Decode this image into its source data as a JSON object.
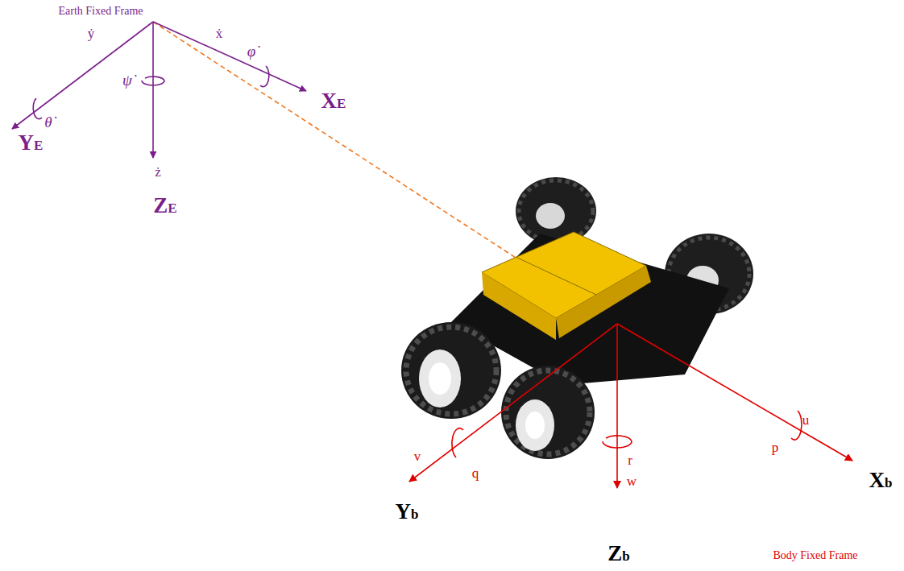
{
  "diagram": {
    "labels": [
      "Earth Fixed Frame",
      "ẏ",
      "ẋ",
      "φ̇",
      "XE",
      "YE",
      "θ̇",
      "ψ̇",
      "ż",
      "ZE",
      "v",
      "q",
      "r",
      "w",
      "p",
      "u",
      "Xb",
      "Yb",
      "Zb",
      "Body Fixed Frame"
    ]
  }
}
